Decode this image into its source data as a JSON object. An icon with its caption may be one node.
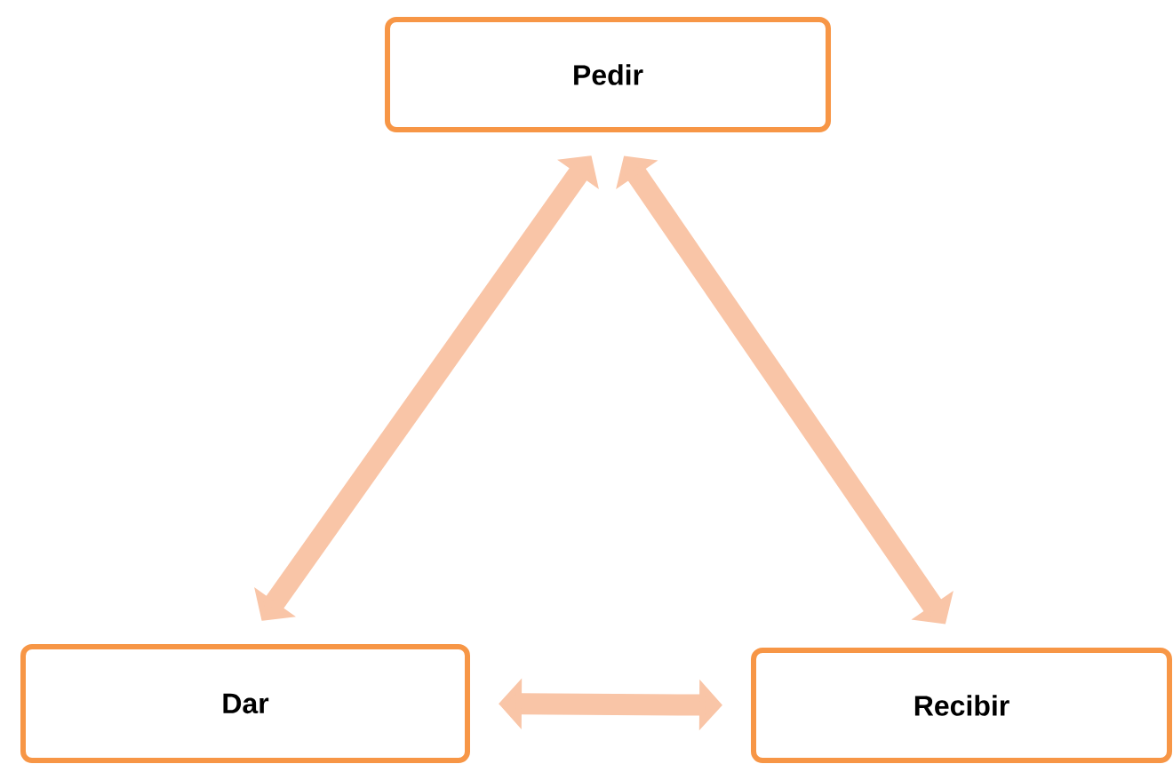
{
  "diagram": {
    "nodes": [
      {
        "text": [
          "Pedir"
        ]
      },
      {
        "text": [
          "Dar"
        ]
      },
      {
        "text": [
          "Recibir"
        ]
      }
    ],
    "edges": [
      {
        "from": 0,
        "to": 1,
        "arrow": "both"
      },
      {
        "from": 0,
        "to": 2,
        "arrow": "both"
      },
      {
        "from": 1,
        "to": 2,
        "arrow": "both"
      }
    ]
  }
}
